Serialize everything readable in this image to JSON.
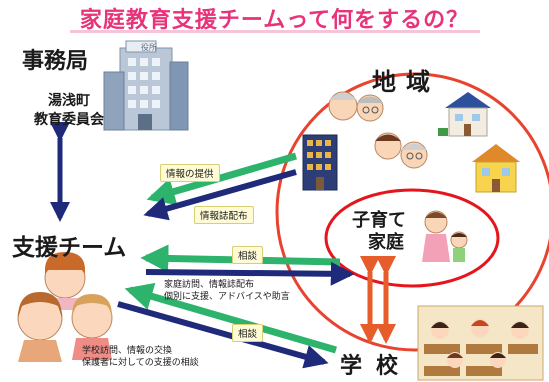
{
  "title": "家庭教育支援チームって何をするの？",
  "labels": {
    "office": "事務局",
    "board_line1": "湯浅町",
    "board_line2": "教育委員会",
    "team": "支援チーム",
    "region": "地域",
    "family_line1": "子育て",
    "family_line2": "家庭",
    "school": "学校",
    "office_sign": "役所"
  },
  "arrows": {
    "info_provide": "情報の提供",
    "info_flyer": "情報誌配布",
    "consult_family": "相談",
    "home_visit_line1": "家庭訪問、情報誌配布",
    "home_visit_line2": "個別に支援、アドバイスや助言",
    "consult_school": "相談",
    "school_visit_line1": "学校訪問、情報の交換",
    "school_visit_line2": "保護者に対しての支援の相談"
  },
  "colors": {
    "title": "#e8327a",
    "region_circle": "#e8432e",
    "family_circle": "#e5141d",
    "arrow_green": "#2db36b",
    "arrow_navy": "#1f2a7a",
    "arrow_orange": "#e65c2a"
  }
}
